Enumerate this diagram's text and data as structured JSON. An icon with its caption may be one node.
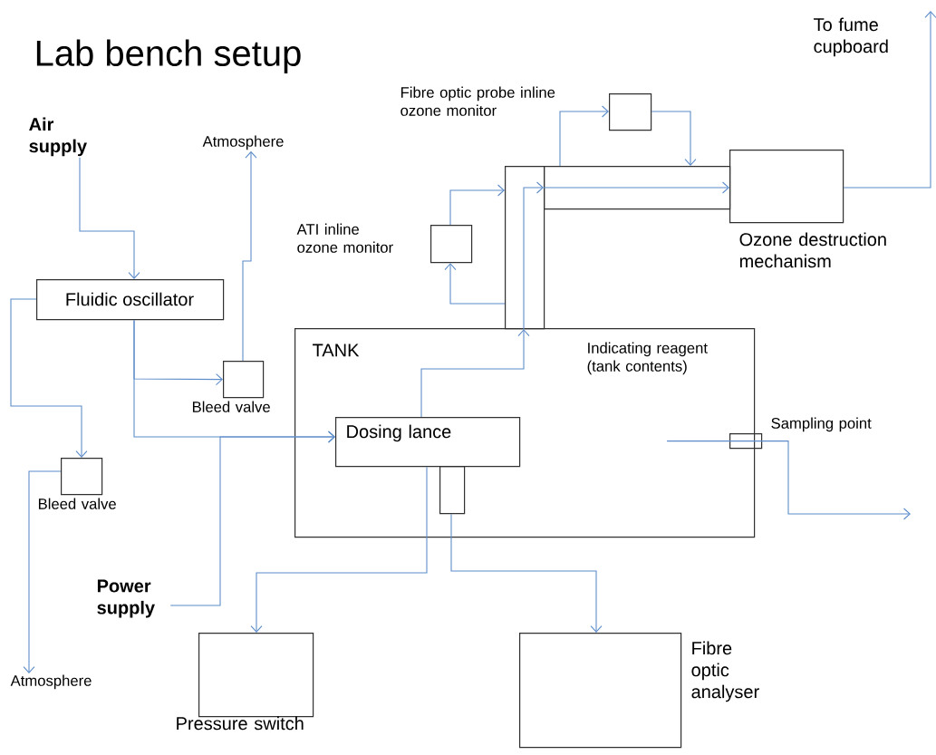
{
  "diagram": {
    "title": "Lab bench setup",
    "nodes": [
      {
        "text": [
          "Air supply"
        ]
      },
      {
        "text": [
          "Atmosphere"
        ]
      },
      {
        "text": [],
        "shape": "box",
        "beside": [
          "Fibre optic probe inline ozone monitor"
        ]
      },
      {
        "text": [],
        "shape": "box"
      },
      {
        "text": [],
        "shape": "box"
      },
      {
        "text": [],
        "shape": "box",
        "beside": [
          "Ozone destruction mechanism"
        ]
      },
      {
        "text": [],
        "shape": "box",
        "beside": [
          "ATI inline ozone monitor"
        ]
      },
      {
        "text": [
          "Fluidic oscillator"
        ]
      },
      {
        "text": [],
        "shape": "box",
        "beside": [
          "Bleed valve"
        ]
      },
      {
        "text": [
          "TANK",
          "Indicating reagent (tank contents)"
        ]
      },
      {
        "text": [
          "Dosing lance"
        ],
        "in": 9
      },
      {
        "text": [],
        "shape": "box",
        "in": 9
      },
      {
        "text": [],
        "shape": "box",
        "beside": [
          "Sampling point"
        ]
      },
      {
        "text": [],
        "shape": "box",
        "beside": [
          "Bleed valve"
        ]
      },
      {
        "text": [
          "Power supply"
        ]
      },
      {
        "text": [
          "Atmosphere"
        ]
      },
      {
        "text": [],
        "shape": "box",
        "beside": [
          "Pressure switch"
        ]
      },
      {
        "text": [],
        "shape": "box",
        "beside": [
          "Fibre optic analyser"
        ]
      }
    ],
    "edges": [
      {
        "from": 0,
        "to": 7,
        "arrow": "to"
      },
      {
        "from": 7,
        "to": 8,
        "arrow": "to"
      },
      {
        "from": 7,
        "to": 10,
        "arrow": "to"
      },
      {
        "from": 7,
        "to": 13,
        "arrow": "to"
      },
      {
        "from": 8,
        "to": 1,
        "arrow": "to"
      },
      {
        "from": 13,
        "to": 15,
        "arrow": "to"
      },
      {
        "from": 14,
        "to": 10,
        "arrow": "to"
      },
      {
        "from": 10,
        "to": 3,
        "arrow": "to"
      },
      {
        "from": 3,
        "to": 4,
        "arrow": "to"
      },
      {
        "from": 4,
        "to": 5,
        "arrow": "to"
      },
      {
        "from": 3,
        "to": 6,
        "arrow": "to"
      },
      {
        "from": 6,
        "to": 3,
        "arrow": "to"
      },
      {
        "from": 4,
        "to": 2,
        "arrow": "to"
      },
      {
        "from": 2,
        "to": 4,
        "arrow": "to"
      },
      {
        "from": 5,
        "to": null,
        "arrow": "to"
      },
      {
        "from": 12,
        "to": null,
        "arrow": "to"
      },
      {
        "from": 10,
        "to": 16,
        "arrow": "to"
      },
      {
        "from": 11,
        "to": 17,
        "arrow": "to"
      }
    ],
    "labels": [
      "To fume cupboard"
    ]
  }
}
